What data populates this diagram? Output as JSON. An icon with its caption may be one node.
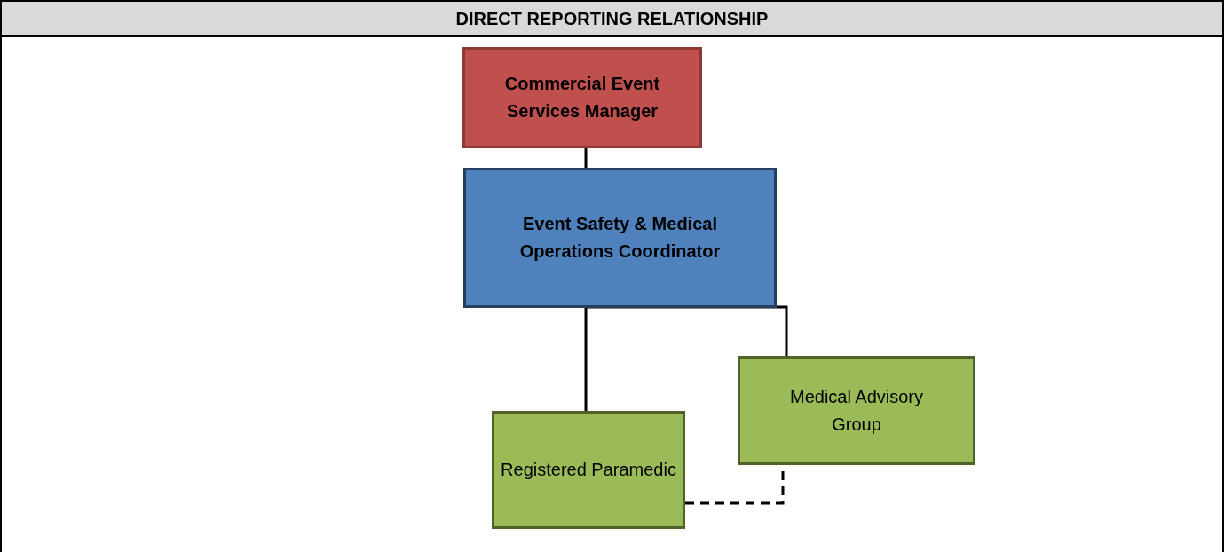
{
  "diagram": {
    "title": "DIRECT REPORTING RELATIONSHIP",
    "nodes": [
      {
        "text": [
          "Commercial Event Services Manager"
        ]
      },
      {
        "text": [
          "Event Safety & Medical Operations Coordinator"
        ]
      },
      {
        "text": [
          "Medical Advisory Group"
        ]
      },
      {
        "text": [
          "Registered Paramedic"
        ]
      }
    ],
    "edges": [
      {
        "from": 0,
        "to": 1,
        "arrow": "none"
      },
      {
        "from": 1,
        "to": 2,
        "arrow": "none"
      },
      {
        "from": 1,
        "to": 3,
        "arrow": "none"
      },
      {
        "from": 3,
        "to": 2,
        "arrow": "none",
        "style": "dashed"
      }
    ]
  }
}
